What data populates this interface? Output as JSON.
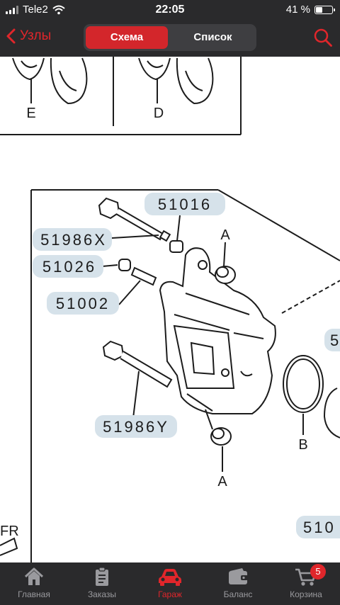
{
  "status_bar": {
    "carrier": "Tele2",
    "time": "22:05",
    "battery": "41 %"
  },
  "nav": {
    "back_label": "Узлы",
    "segments": [
      "Схема",
      "Список"
    ],
    "active_segment": 0
  },
  "diagram": {
    "top_labels": [
      "E",
      "D"
    ],
    "part_numbers": {
      "p51016": "51016",
      "p51986x": "51986X",
      "p51026": "51026",
      "p51002": "51002",
      "p51986y": "51986Y",
      "p51_right": "5",
      "p510_bottom": "510"
    },
    "letters": {
      "a_top": "A",
      "a_bottom": "A",
      "b": "B",
      "fr": "FR"
    }
  },
  "tabs": [
    {
      "label": "Главная",
      "icon": "home-icon"
    },
    {
      "label": "Заказы",
      "icon": "clipboard-icon"
    },
    {
      "label": "Гараж",
      "icon": "car-icon"
    },
    {
      "label": "Баланс",
      "icon": "wallet-icon"
    },
    {
      "label": "Корзина",
      "icon": "cart-icon",
      "badge": "5"
    }
  ],
  "colors": {
    "accent": "#d3262b",
    "bar_bg": "#2a2a2c",
    "label_bg": "#d6e2ea"
  }
}
